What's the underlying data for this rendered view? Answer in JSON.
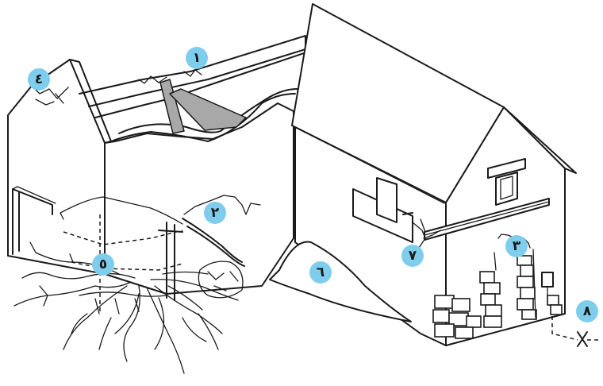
{
  "figure": {
    "markers": [
      {
        "id": "1",
        "label": "١"
      },
      {
        "id": "2",
        "label": "٢"
      },
      {
        "id": "3",
        "label": "٣"
      },
      {
        "id": "4",
        "label": "٤"
      },
      {
        "id": "5",
        "label": "٥"
      },
      {
        "id": "6",
        "label": "٦"
      },
      {
        "id": "7",
        "label": "٧"
      },
      {
        "id": "8",
        "label": "٨"
      }
    ],
    "colors": {
      "marker_fill": "#7fcdec",
      "line": "#1a1a1a",
      "beam": "#a8a8a8"
    }
  }
}
